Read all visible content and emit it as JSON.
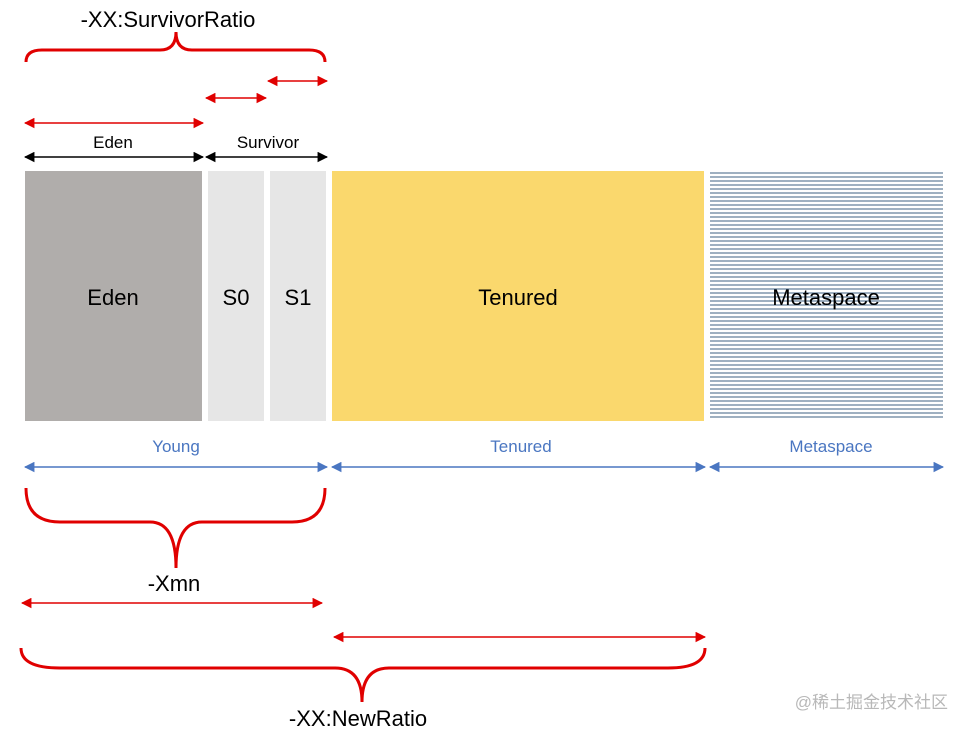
{
  "top_option": "-XX:SurvivorRatio",
  "region_labels": {
    "eden_small": "Eden",
    "survivor_small": "Survivor"
  },
  "memory_blocks": {
    "eden": "Eden",
    "s0": "S0",
    "s1": "S1",
    "tenured": "Tenured",
    "metaspace": "Metaspace"
  },
  "section_labels": {
    "young": "Young",
    "tenured": "Tenured",
    "metaspace": "Metaspace"
  },
  "xmn_option": "-Xmn",
  "newratio_option": "-XX:NewRatio",
  "watermark": "@稀土掘金技术社区",
  "colors": {
    "eden_fill": "#b0adab",
    "survivor_fill": "#e6e6e6",
    "tenured_fill": "#fad86d",
    "metaspace_lines": "#3f6083",
    "red": "#e00000",
    "blue": "#4a76c1",
    "black": "#000000"
  }
}
